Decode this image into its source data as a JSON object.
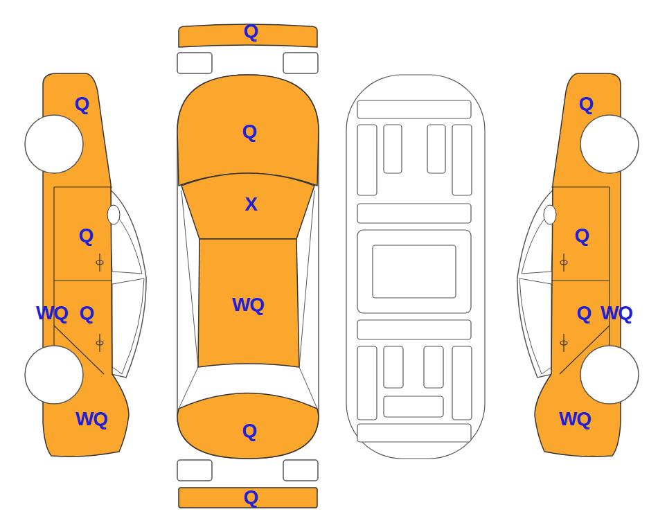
{
  "diagram": {
    "labels": [
      "Q",
      "Q",
      "Q",
      "Q",
      "X",
      "Q",
      "Q",
      "WQ",
      "Q",
      "WQ",
      "Q",
      "WQ",
      "WQ",
      "WQ",
      "Q",
      "Q"
    ]
  }
}
